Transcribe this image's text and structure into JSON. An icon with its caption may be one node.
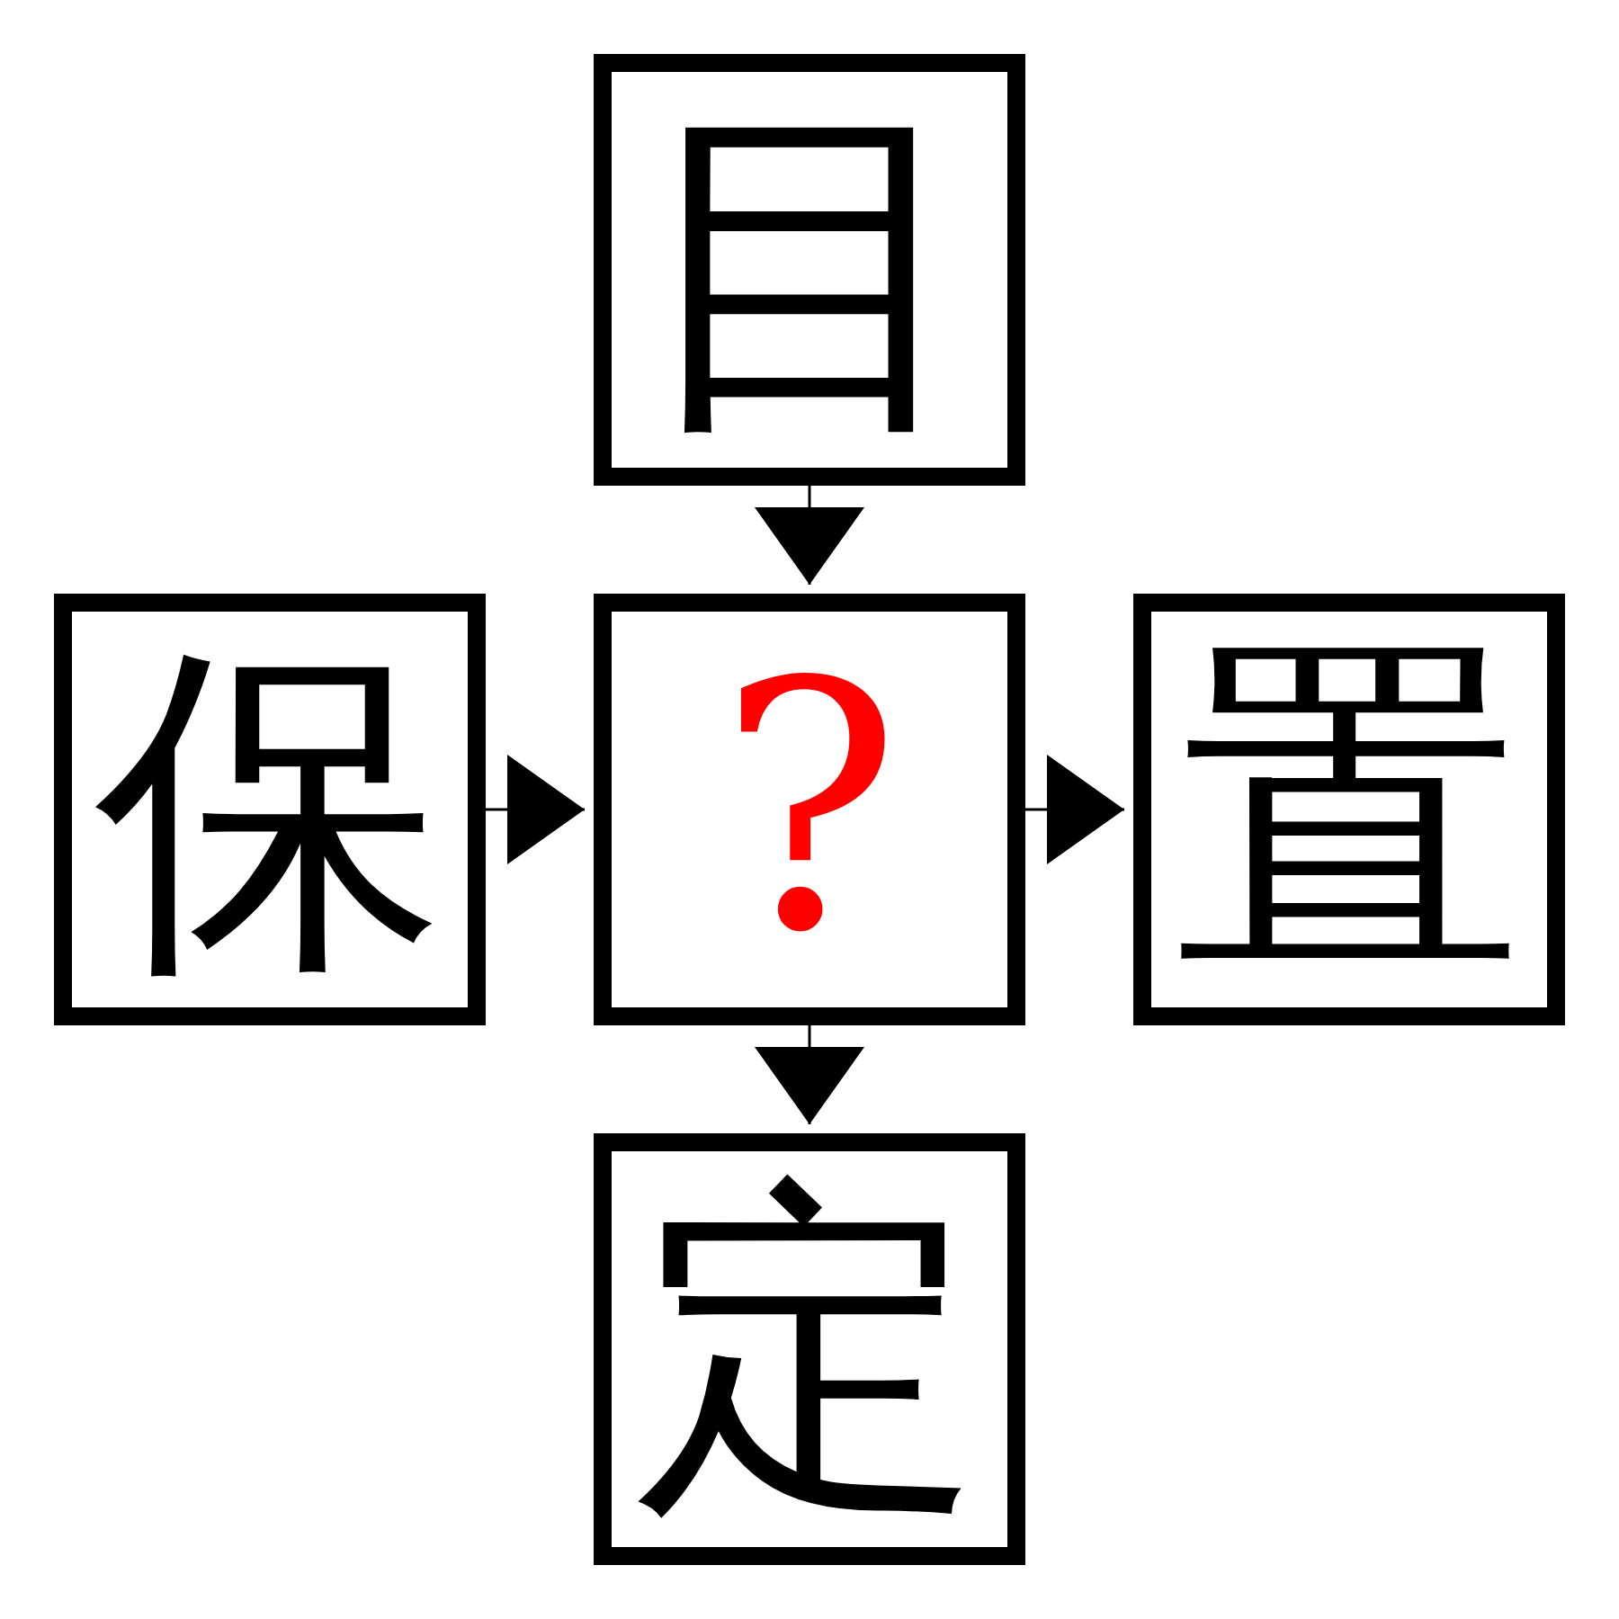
{
  "diagram": {
    "nodes": [
      {
        "text": [
          "目"
        ]
      },
      {
        "text": [
          "保"
        ]
      },
      {
        "text": [
          "?"
        ]
      },
      {
        "text": [
          "置"
        ]
      },
      {
        "text": [
          "定"
        ]
      }
    ],
    "edges": [
      {
        "from": 0,
        "to": 2,
        "arrow": "to"
      },
      {
        "from": 1,
        "to": 2,
        "arrow": "to"
      },
      {
        "from": 2,
        "to": 3,
        "arrow": "to"
      },
      {
        "from": 2,
        "to": 4,
        "arrow": "to"
      }
    ]
  }
}
